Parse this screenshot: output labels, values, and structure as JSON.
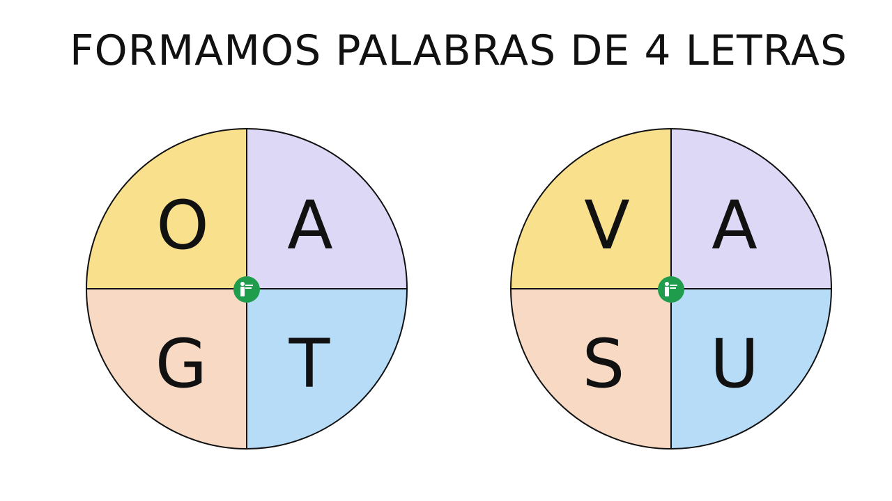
{
  "title": "FORMAMOS PALABRAS DE 4 LETRAS",
  "colors": {
    "top_left": "#f9e08c",
    "top_right": "#dcd8f6",
    "bottom_left": "#f7d9c4",
    "bottom_right": "#b7dcf7",
    "center_badge": "#1f9d4c",
    "outline": "#111111"
  },
  "wheels": [
    {
      "letters": {
        "top_left": "O",
        "top_right": "A",
        "bottom_left": "G",
        "bottom_right": "T"
      },
      "center_icon": "pencil-logo-icon"
    },
    {
      "letters": {
        "top_left": "V",
        "top_right": "A",
        "bottom_left": "S",
        "bottom_right": "U"
      },
      "center_icon": "pencil-logo-icon"
    }
  ]
}
